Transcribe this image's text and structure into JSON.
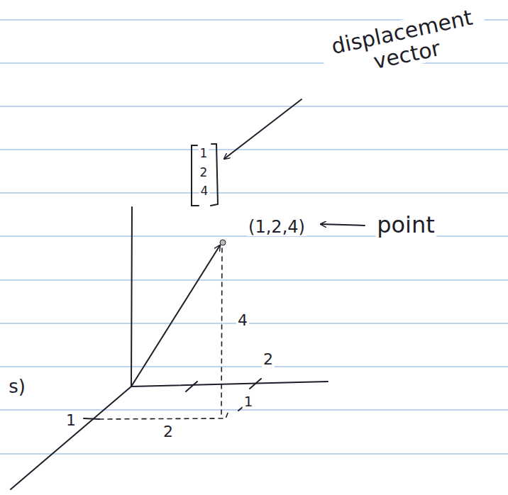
{
  "diagram": {
    "labels": [
      "displacement vector",
      "1",
      "2",
      "4",
      "(1,2,4)",
      "point",
      "4",
      "2",
      "s)",
      "1",
      "1",
      "2"
    ]
  }
}
